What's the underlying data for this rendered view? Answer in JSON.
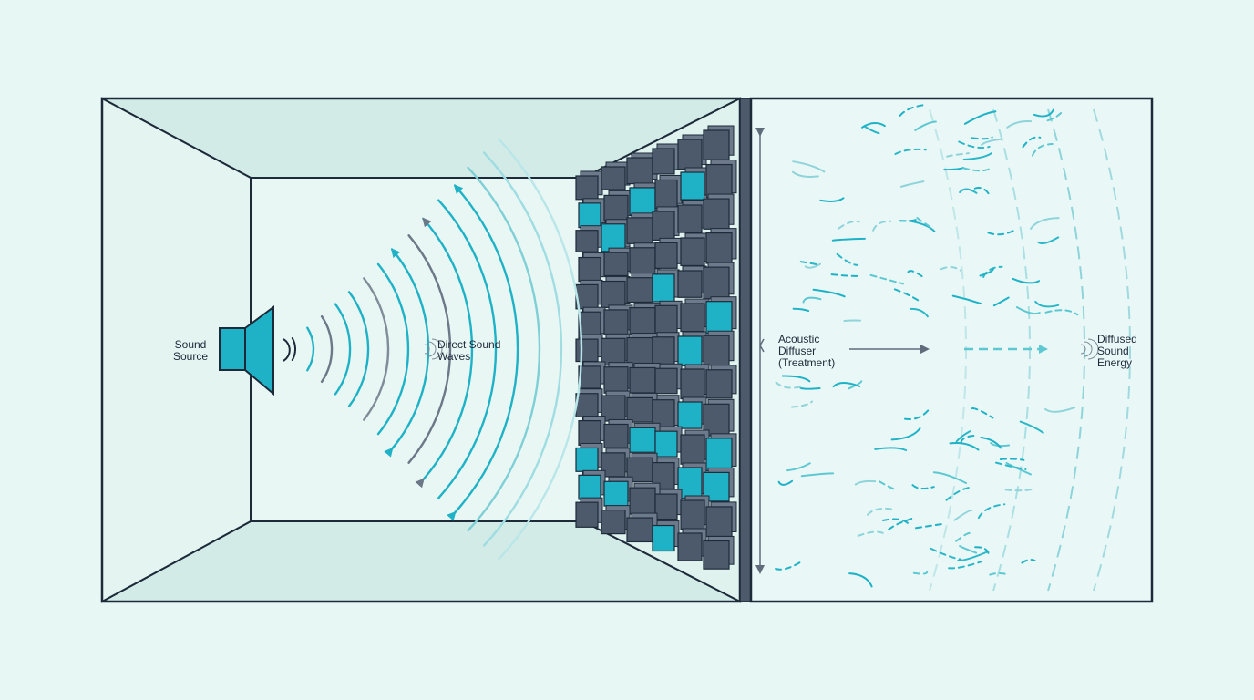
{
  "labels": {
    "sound_source": "Sound\nSource",
    "direct_waves": "Direct Sound\nWaves",
    "diffuser": "Acoustic\nDiffuser\n(Treatment)",
    "diffused_energy": "Diffused\nSound\nEnergy"
  },
  "colors": {
    "background": "#e6f7f4",
    "outline": "#1c2a3a",
    "teal": "#1fb2c6",
    "slate": "#5e6c7c",
    "block": "#4d5a6b",
    "block_top": "#6d7a8b"
  },
  "icons": [
    "speaker-icon",
    "sound-wave-icon"
  ]
}
